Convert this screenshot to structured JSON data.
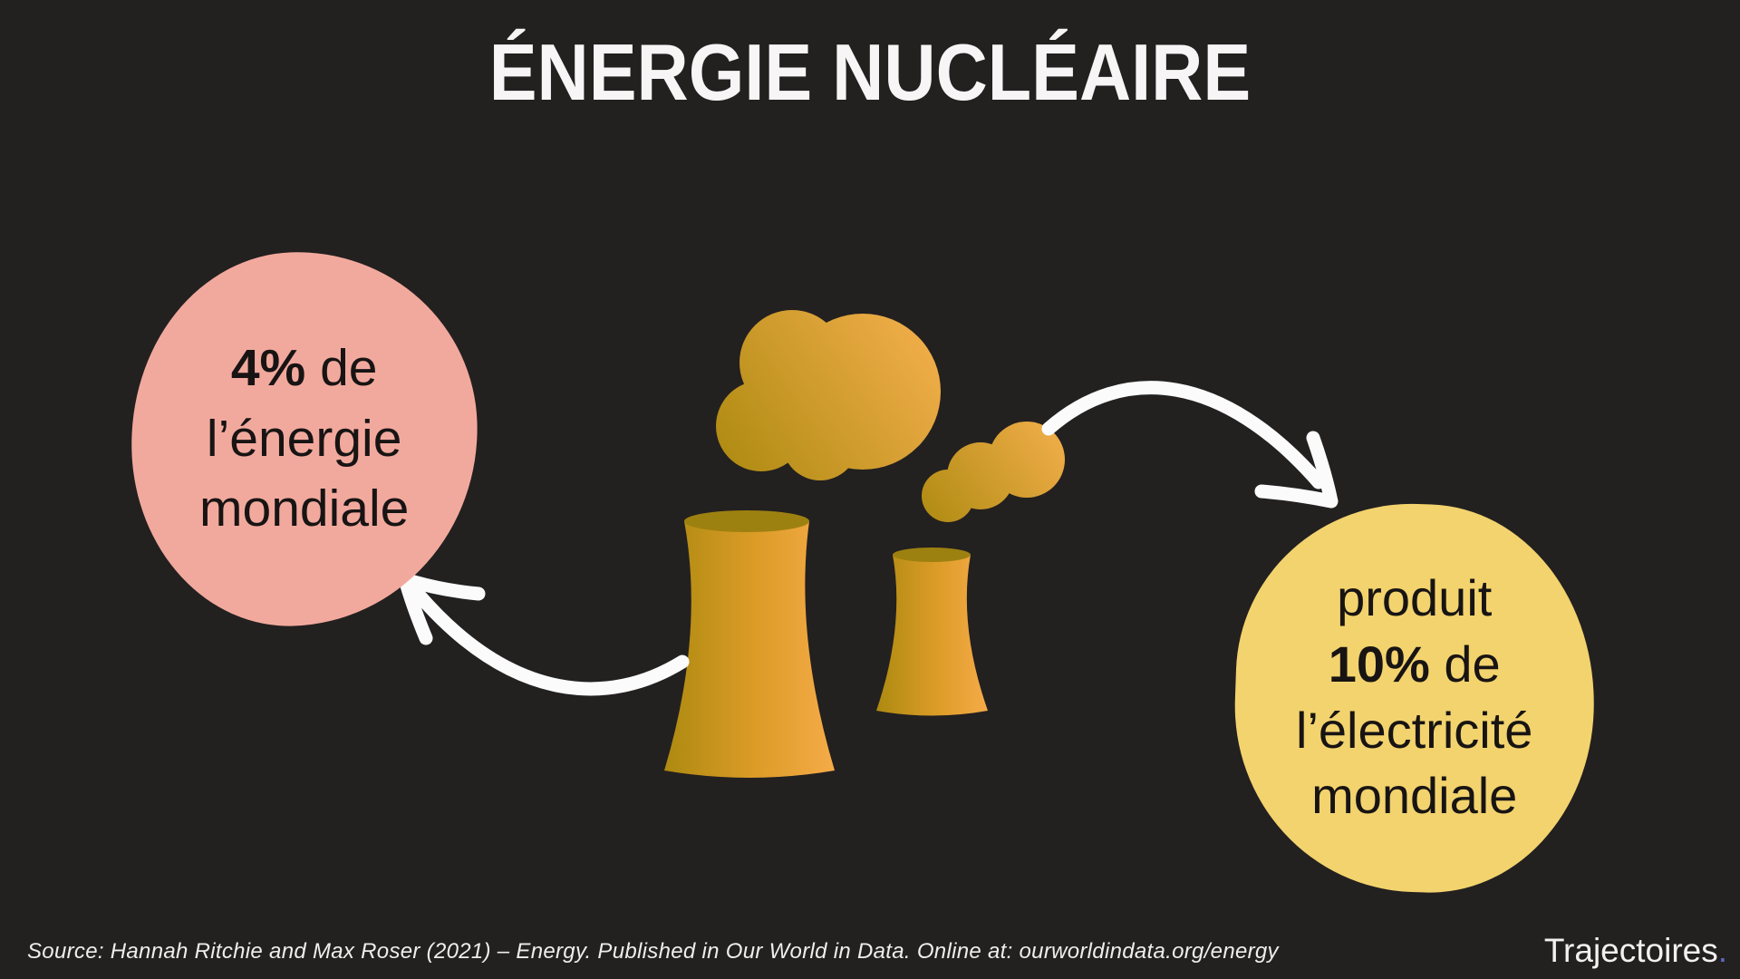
{
  "page": {
    "title": "ÉNERGIE NUCLÉAIRE",
    "background_color": "#232020"
  },
  "bubble_energy": {
    "value_bold": "4%",
    "value_rest": " de",
    "line2": "l’énergie",
    "line3": "mondiale",
    "color": "#f2a99d"
  },
  "bubble_electricity": {
    "line1": "produit",
    "value_bold": "10%",
    "value_rest": " de",
    "line3": "l’électricité",
    "line4": "mondiale",
    "color": "#f2d36d"
  },
  "illustration": {
    "plant_icon": "nuclear-cooling-towers-with-smoke",
    "arrow_left_icon": "curved-arrow-to-energy-bubble",
    "arrow_right_icon": "curved-arrow-to-electricity-bubble",
    "tower_color_dark": "#ad8a10",
    "tower_color_light": "#f5ab48",
    "tower_top_color": "#9d8110",
    "arrow_color": "#fbfbfb"
  },
  "footer": {
    "source": "Source: Hannah Ritchie and Max Roser (2021) – Energy. Published in Our World in Data. Online at: ourworldindata.org/energy",
    "brand": "Trajectoires",
    "brand_dot": ".",
    "brand_dot_color": "#5b69bd"
  }
}
